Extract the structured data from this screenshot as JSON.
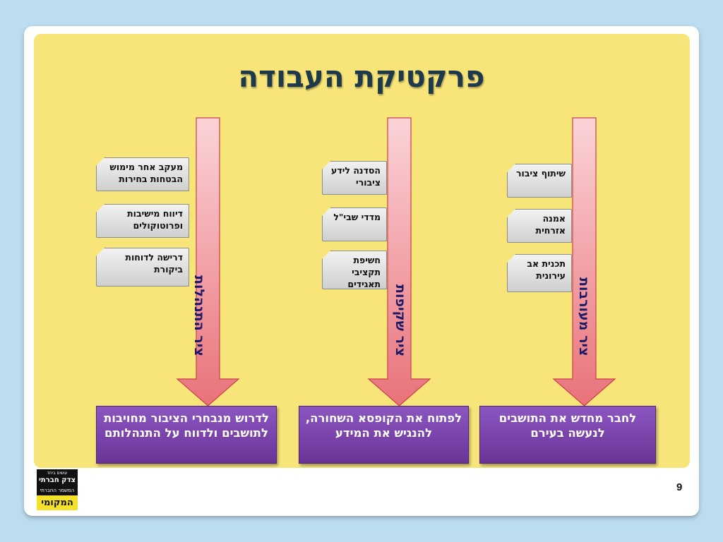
{
  "title": "פרקטיקת העבודה",
  "page_number": "9",
  "logo": {
    "line1": "עושים ביחד",
    "line2": "צדק חברתי",
    "line3": "המשמר החברתי",
    "line4": "המקומי"
  },
  "columns": [
    {
      "axis": "ציר התנהלות",
      "items": [
        "מעקב אחר מימוש הבטחות בחירות",
        "דיווח מישיבות ופרוטוקולים",
        "דרישה לדוחות ביקורת"
      ],
      "goal": "לדרוש מנבחרי הציבור מחויבות  לתושבים ולדווח על התנהלותם"
    },
    {
      "axis": "ציר שקיפות",
      "items": [
        "הסדנה לידע ציבורי",
        "מדדי שבי\"ל",
        "חשיפת תקציבי תאגידים"
      ],
      "goal": "לפתוח את הקופסא השחורה, להנגיש את המידע"
    },
    {
      "axis": "ציר מעורבות",
      "items": [
        "שיתוף ציבור",
        "אמנה אזרחית",
        "תכנית אב עירונית"
      ],
      "goal": "לחבר מחדש את התושבים לנעשה בעירם"
    }
  ],
  "colors": {
    "background": "#bcdcef",
    "panel": "#f8e57a",
    "title": "#1e3a4a",
    "arrow_top": "#fbd4d8",
    "arrow_bottom": "#e9727a",
    "goal_box": "#7a43aa",
    "axis_text": "#1a1a66"
  }
}
